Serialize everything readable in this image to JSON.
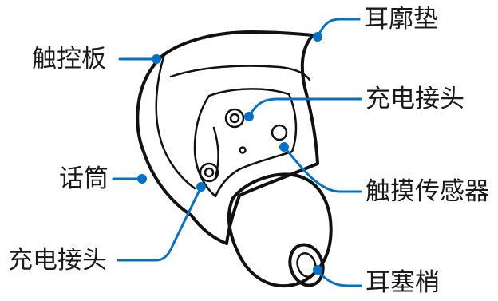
{
  "callouts": {
    "ear_tip_cushion": "耳廓垫",
    "touchpad": "触控板",
    "charging_contact_top": "充电接头",
    "microphone": "话筒",
    "touch_sensor": "触摸传感器",
    "charging_contact_bottom": "充电接头",
    "ear_tip": "耳塞梢"
  },
  "colors": {
    "leader": "#0072c6",
    "ink": "#111111"
  }
}
